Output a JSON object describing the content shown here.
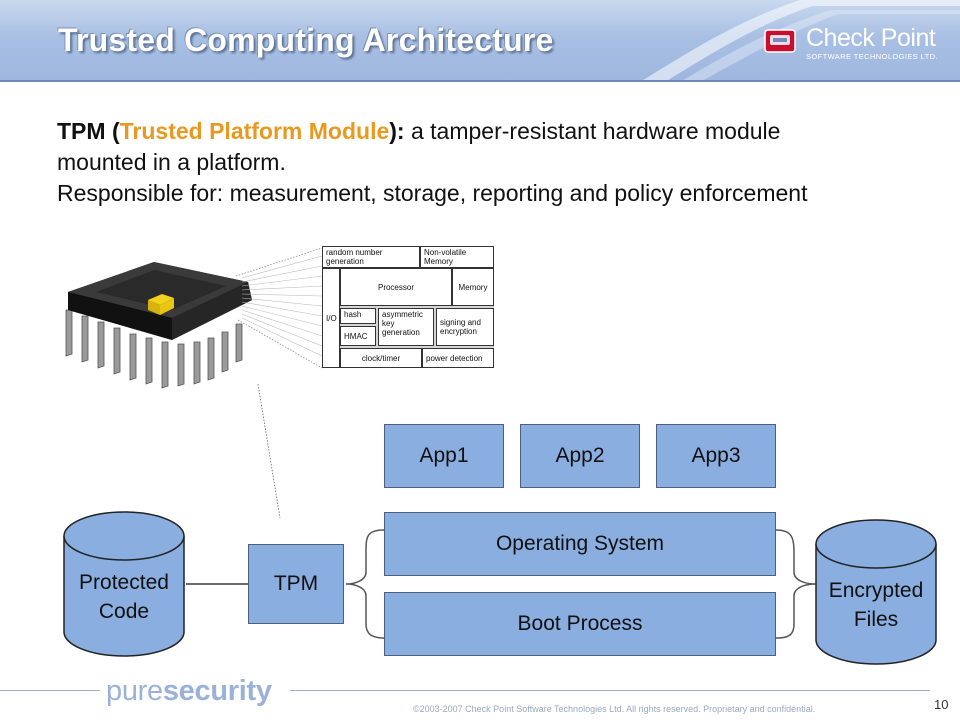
{
  "slide": {
    "title": "Trusted Computing Architecture",
    "page_number": "10"
  },
  "logo": {
    "name": "Check Point",
    "subtitle": "SOFTWARE TECHNOLOGIES LTD."
  },
  "intro": {
    "tpm_abbr": "TPM",
    "paren_open": " (",
    "tpm_full": "Trusted Platform Module",
    "paren_close": "):",
    "definition": " a tamper-resistant hardware module",
    "line2": "mounted in a platform.",
    "line3": "Responsible for: measurement, storage, reporting and policy enforcement"
  },
  "tpm_internals": {
    "random_number": "random number generation",
    "nv_memory": "Non-volatile Memory",
    "processor": "Processor",
    "memory": "Memory",
    "io": "I/O",
    "hash": "hash",
    "hmac": "HMAC",
    "asym_key": "asymmetric key generation",
    "signing": "signing and encryption",
    "clock": "clock/timer",
    "power": "power detection"
  },
  "architecture": {
    "apps": [
      "App1",
      "App2",
      "App3"
    ],
    "operating_system": "Operating System",
    "boot_process": "Boot Process",
    "tpm": "TPM",
    "protected_code": [
      "Protected",
      "Code"
    ],
    "encrypted_files": [
      "Encrypted",
      "Files"
    ]
  },
  "footer": {
    "brand_pure": "pure",
    "brand_security": "security",
    "copyright": "©2003-2007 Check Point Software Technologies Ltd. All rights reserved. Proprietary and confidential."
  },
  "colors": {
    "box_fill": "#8aaedf",
    "accent_orange": "#e8991f",
    "header_blue": "#a9c0e4"
  }
}
